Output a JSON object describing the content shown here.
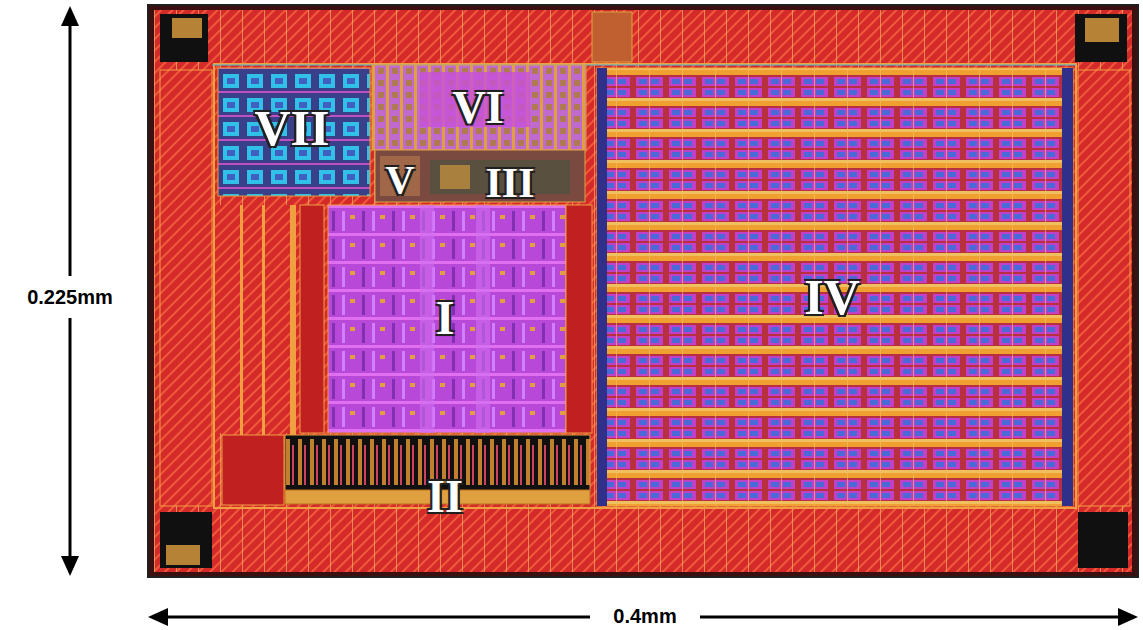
{
  "diagram": {
    "labels": [
      "VII",
      "VI",
      "V",
      "III",
      "I",
      "II",
      "IV",
      "0.225mm",
      "0.4mm"
    ]
  }
}
